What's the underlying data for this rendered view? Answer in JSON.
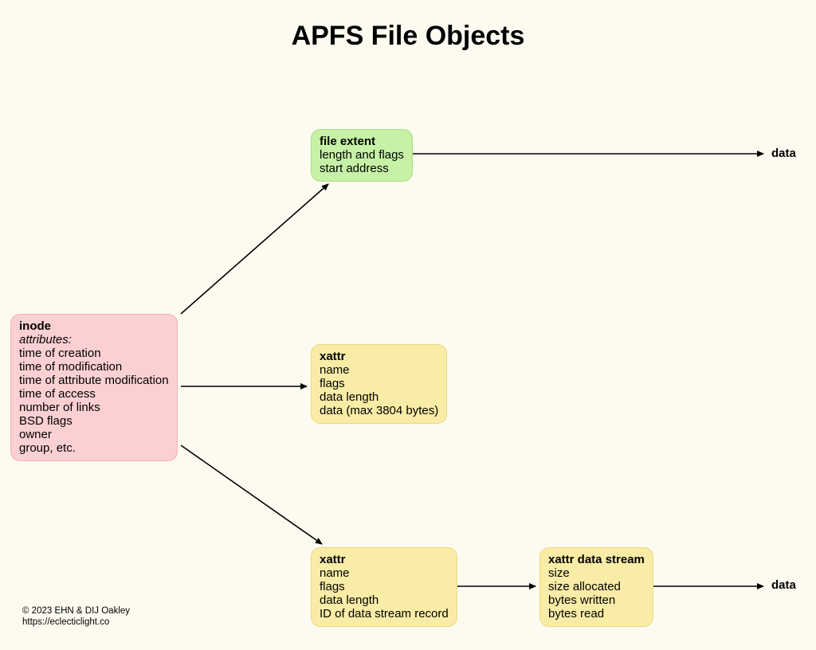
{
  "title": "APFS File Objects",
  "colors": {
    "background": "#FDFBF0",
    "box_green": "#C6F1A7",
    "box_pink": "#FBD0D3",
    "box_yellow": "#F9ECA6",
    "line": "#000000"
  },
  "boxes": {
    "file_extent": {
      "title": "file extent",
      "lines": [
        "length and flags",
        "start address"
      ]
    },
    "inode": {
      "title": "inode",
      "subtitle": "attributes:",
      "lines": [
        "time of creation",
        "time of modification",
        "time of attribute modification",
        "time of access",
        "number of links",
        "BSD flags",
        "owner",
        "group, etc."
      ]
    },
    "xattr_inline": {
      "title": "xattr",
      "lines": [
        "name",
        "flags",
        "data length",
        "data (max 3804 bytes)"
      ]
    },
    "xattr_record": {
      "title": "xattr",
      "lines": [
        "name",
        "flags",
        "data length",
        "ID of data stream record"
      ]
    },
    "xattr_data_stream": {
      "title": "xattr data stream",
      "lines": [
        "size",
        "size allocated",
        "bytes written",
        "bytes read"
      ]
    }
  },
  "labels": {
    "data_top": "data",
    "data_bottom": "data"
  },
  "footer": {
    "copyright": "© 2023 EHN & DIJ Oakley",
    "url": "https://eclecticlight.co"
  }
}
